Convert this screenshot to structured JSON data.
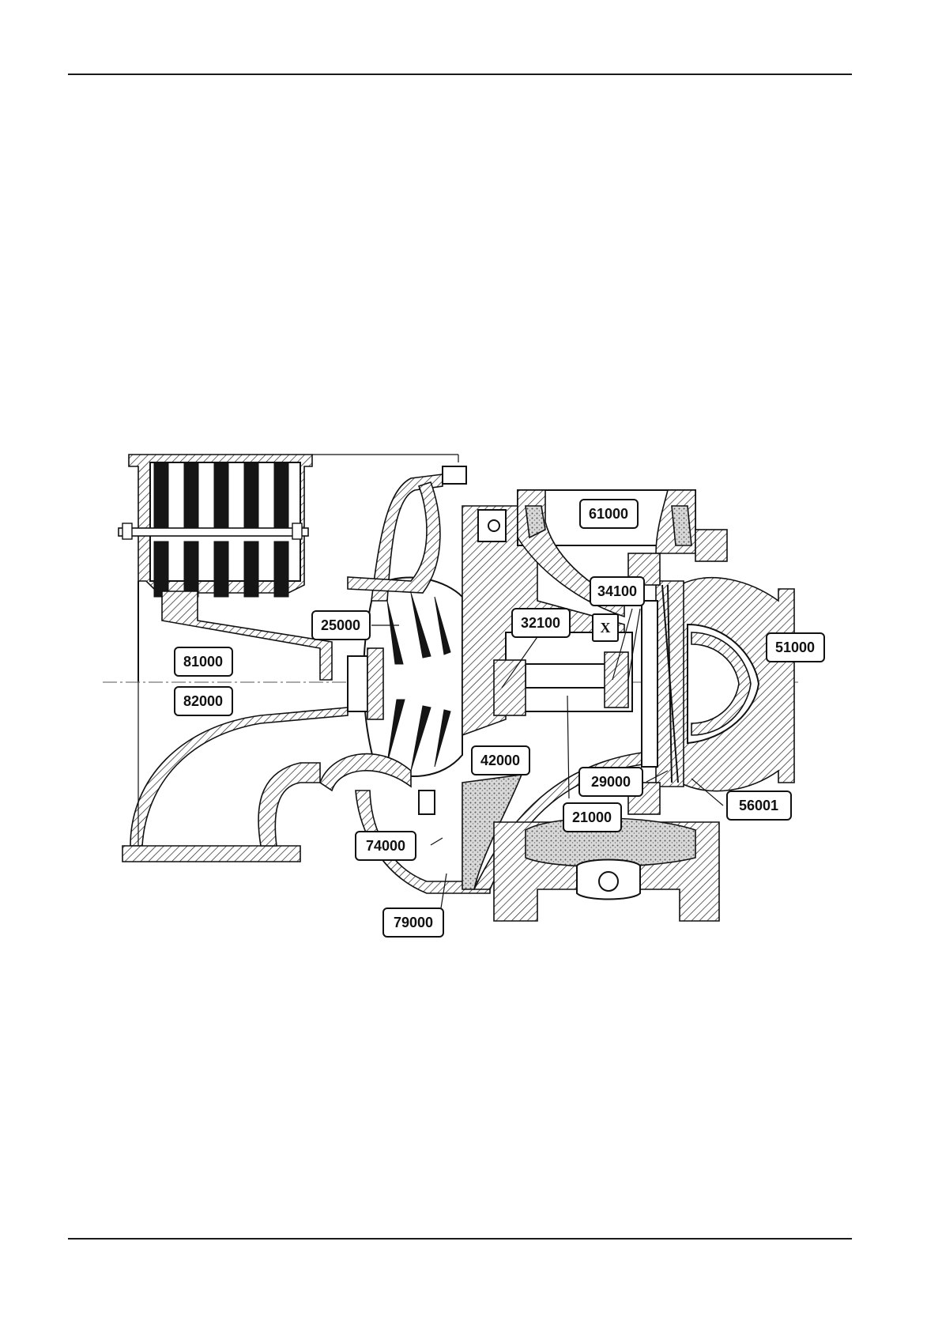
{
  "callouts": [
    {
      "id": "61000",
      "label": "61000"
    },
    {
      "id": "34100",
      "label": "34100"
    },
    {
      "id": "25000",
      "label": "25000"
    },
    {
      "id": "32100",
      "label": "32100"
    },
    {
      "id": "x",
      "label": "X"
    },
    {
      "id": "51000",
      "label": "51000"
    },
    {
      "id": "81000",
      "label": "81000"
    },
    {
      "id": "82000",
      "label": "82000"
    },
    {
      "id": "42000",
      "label": "42000"
    },
    {
      "id": "29000",
      "label": "29000"
    },
    {
      "id": "56001",
      "label": "56001"
    },
    {
      "id": "21000",
      "label": "21000"
    },
    {
      "id": "74000",
      "label": "74000"
    },
    {
      "id": "79000",
      "label": "79000"
    }
  ]
}
